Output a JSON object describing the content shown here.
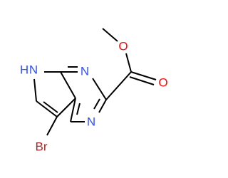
{
  "molecule": {
    "atoms": {
      "nh": "H",
      "n_pyrrole": "N",
      "n_top": "N",
      "n_bottom": "N",
      "o_carbonyl": "O",
      "o_ester": "O",
      "br": "Br"
    },
    "colors": {
      "bond": "#000000",
      "nitrogen": "#3050F8",
      "oxygen": "#FF0D0D",
      "bromine": "#A62929"
    }
  }
}
